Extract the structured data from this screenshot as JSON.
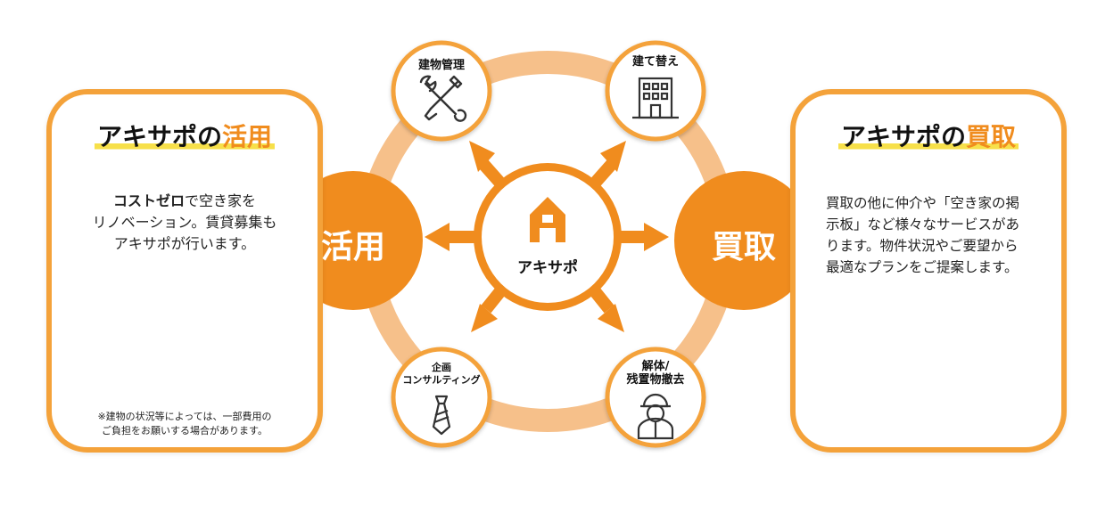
{
  "left_card": {
    "title_main": "アキサポの",
    "title_accent": "活用",
    "body_bold": "コストゼロ",
    "body_line1_rest": "で空き家を",
    "body_line2": "リノベーション。賃貸募集も",
    "body_line3": "アキサポが行います。",
    "note_line1": "※建物の状況等によっては、一部費用の",
    "note_line2": "ご負担をお願いする場合があります。"
  },
  "right_card": {
    "title_main": "アキサポの",
    "title_accent": "買取",
    "body_line1": "買取の他に仲介や「空き家の掲",
    "body_line2": "示板」など様々なサービスがあ",
    "body_line3": "ります。物件状況やご要望から",
    "body_line4": "最適なプランをご提案します。"
  },
  "diagram": {
    "hub_label": "アキサポ",
    "left_node": "活用",
    "right_node": "買取",
    "satellites": {
      "top_left": "建物管理",
      "top_right": "建て替え",
      "bottom_left_line1": "企画",
      "bottom_left_line2": "コンサルティング",
      "bottom_right_line1": "解体/",
      "bottom_right_line2": "残置物撤去"
    }
  },
  "colors": {
    "orange": "#f08c1e",
    "card_border": "#f4a23a",
    "ring": "#f6c08a",
    "highlight": "#f7e04a",
    "house_yellow": "#f5b21d"
  },
  "icons": {
    "hub": "house-a-logo-icon",
    "top_left": "wrench-screwdriver-icon",
    "top_right": "building-icon",
    "bottom_left": "necktie-icon",
    "bottom_right": "worker-helmet-icon"
  }
}
